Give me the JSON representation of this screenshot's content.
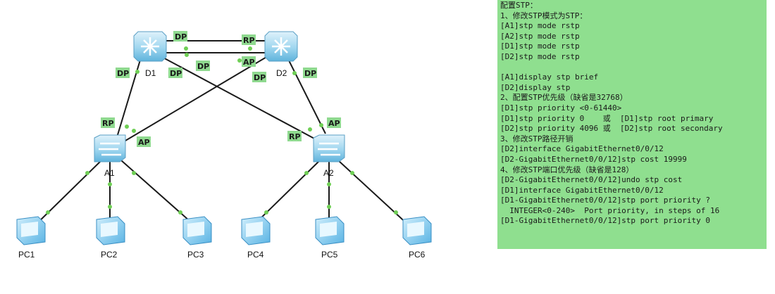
{
  "devices": {
    "D1": "D1",
    "D2": "D2",
    "A1": "A1",
    "A2": "A2",
    "PC1": "PC1",
    "PC2": "PC2",
    "PC3": "PC3",
    "PC4": "PC4",
    "PC5": "PC5",
    "PC6": "PC6"
  },
  "port_tags": {
    "d1_top": "DP",
    "d2_top": "RP",
    "d1_left": "DP",
    "d1_bottom_a": "DP",
    "d1_bottom_b": "DP",
    "d2_left_a": "AP",
    "d2_left_b": "DP",
    "d2_right": "DP",
    "a1_up": "RP",
    "a1_right": "AP",
    "a2_up": "AP",
    "a2_left": "RP"
  },
  "colors": {
    "port_tag": "#8fd98f",
    "panel_bg": "#8fdf8f",
    "link_dot": "#6fcf55"
  },
  "config_lines": [
    "配置STP：",
    "1、修改STP模式为STP：",
    "[A1]stp mode rstp",
    "[A2]stp mode rstp",
    "[D1]stp mode rstp",
    "[D2]stp mode rstp",
    "",
    "[A1]display stp brief",
    "[D2]display stp",
    "2、配置STP优先级（缺省是32768）",
    "[D1]stp priority <0-61440>",
    "[D1]stp priority 0    或  [D1]stp root primary",
    "[D2]stp priority 4096 或  [D2]stp root secondary",
    "3、修改STP路径开销",
    "[D2]interface GigabitEthernet0/0/12",
    "[D2-GigabitEthernet0/0/12]stp cost 19999",
    "4、修改STP端口优先级（缺省是128）",
    "[D2-GigabitEthernet0/0/12]undo stp cost",
    "[D1]interface GigabitEthernet0/0/12",
    "[D1-GigabitEthernet0/0/12]stp port priority ?",
    "  INTEGER<0-240>  Port priority, in steps of 16",
    "[D1-GigabitEthernet0/0/12]stp port priority 0"
  ]
}
